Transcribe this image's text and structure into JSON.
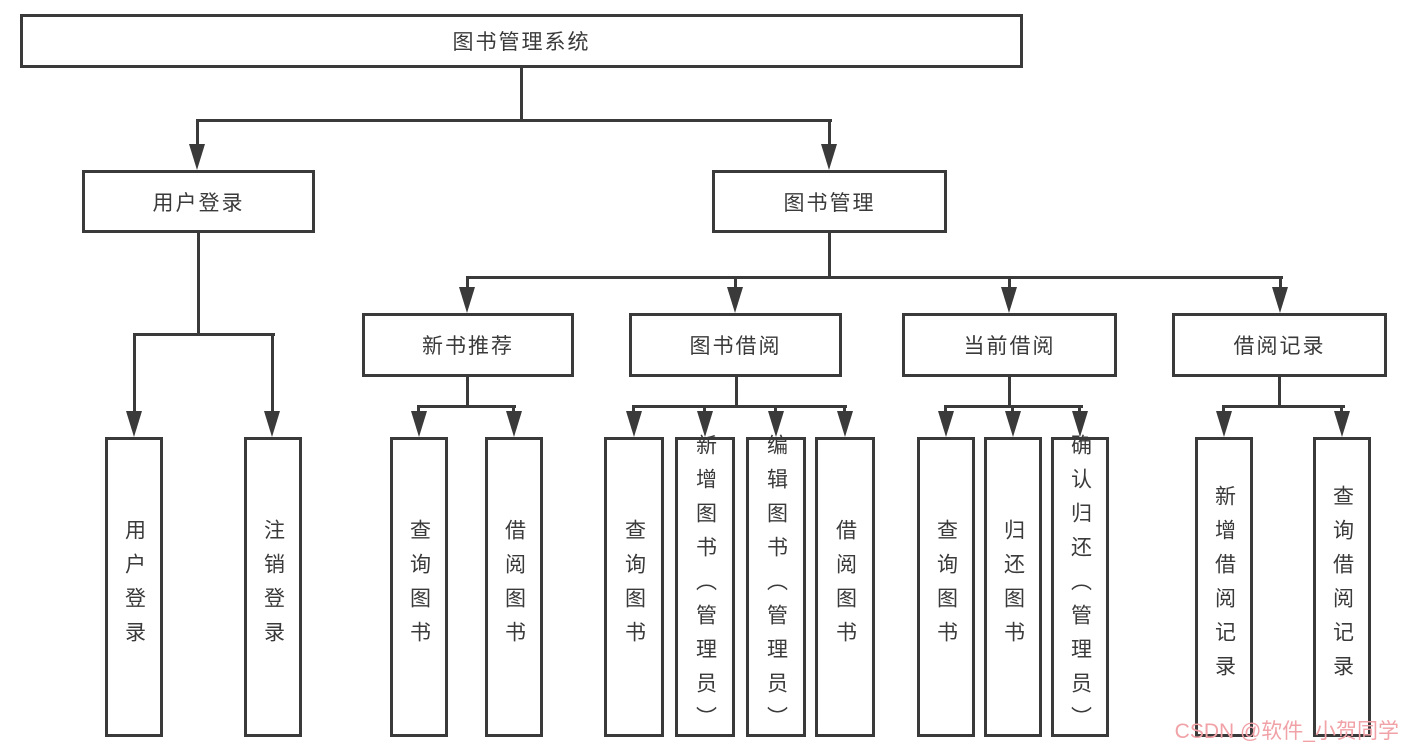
{
  "tree": {
    "root": "图书管理系统",
    "l2": [
      {
        "label": "用户登录",
        "leaves": [
          "用户登录",
          "注销登录"
        ]
      },
      {
        "label": "图书管理",
        "sections": [
          {
            "label": "新书推荐",
            "leaves": [
              "查询图书",
              "借阅图书"
            ]
          },
          {
            "label": "图书借阅",
            "leaves": [
              "查询图书",
              "新增图书（管理员）",
              "编辑图书（管理员）",
              "借阅图书"
            ]
          },
          {
            "label": "当前借阅",
            "leaves": [
              "查询图书",
              "归还图书",
              "确认归还（管理员）"
            ]
          },
          {
            "label": "借阅记录",
            "leaves": [
              "新增借阅记录",
              "查询借阅记录"
            ]
          }
        ]
      }
    ]
  },
  "watermark": {
    "text": "CSDN @软件_小贺同学"
  },
  "colors": {
    "line": "#3a3a3a",
    "text": "#3a3a3a",
    "watermark": "#f1a2a7",
    "background": "#ffffff"
  }
}
